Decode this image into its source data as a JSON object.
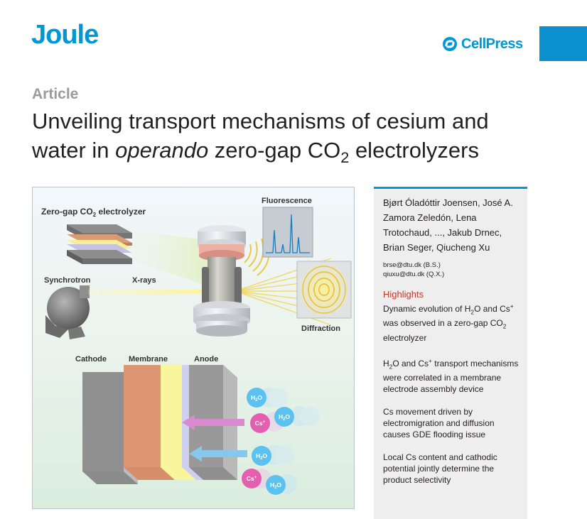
{
  "journal": "Joule",
  "publisher": "CellPress",
  "article_type": "Article",
  "title": {
    "line1": "Unveiling transport mechanisms of cesium and",
    "line2_pre": "water in ",
    "line2_italic": "operando",
    "line2_post": " zero-gap CO",
    "line2_sub": "2",
    "line2_end": " electrolyzers"
  },
  "authors": "Bjørt Óladóttir Joensen, José A. Zamora Zeledón, Lena Trotochaud, ..., Jakub Drnec, Brian Seger, Qiucheng Xu",
  "emails": [
    "brse@dtu.dk (B.S.)",
    "qiuxu@dtu.dk (Q.X.)"
  ],
  "highlights_title": "Highlights",
  "highlights": [
    {
      "pre": "Dynamic evolution of H",
      "sub1": "2",
      "mid": "O and Cs",
      "sup": "+",
      "post": " was observed in a zero-gap CO",
      "sub2": "2",
      "end": " electrolyzer"
    },
    {
      "pre": "H",
      "sub1": "2",
      "mid": "O and Cs",
      "sup": "+",
      "post": " transport mechanisms were correlated in a membrane electrode assembly device",
      "sub2": "",
      "end": ""
    },
    {
      "text": "Cs movement driven by electromigration and diffusion causes GDE flooding issue"
    },
    {
      "text": "Local Cs content and cathodic potential jointly determine the product selectivity"
    }
  ],
  "figure": {
    "labels": {
      "zero_gap_pre": "Zero-gap CO",
      "zero_gap_sub": "2",
      "zero_gap_post": " electrolyzer",
      "fluorescence": "Fluorescence",
      "synchrotron": "Synchrotron",
      "xrays": "X-rays",
      "diffraction": "Diffraction",
      "cathode": "Cathode",
      "membrane": "Membrane",
      "anode": "Anode",
      "h2o_h": "H",
      "h2o_sub": "2",
      "h2o_o": "O",
      "cs": "Cs",
      "cs_sup": "+"
    },
    "colors": {
      "cathode": "#9a9a9a",
      "membrane": "#d9916d",
      "membrane_layer": "#fbf6a0",
      "anode": "#9e9e9e",
      "h2o_bubble": "#5bc2f0",
      "cs_bubble": "#e35fb0",
      "arrow_pink": "#d98ad0",
      "arrow_blue": "#85c8ec"
    }
  }
}
